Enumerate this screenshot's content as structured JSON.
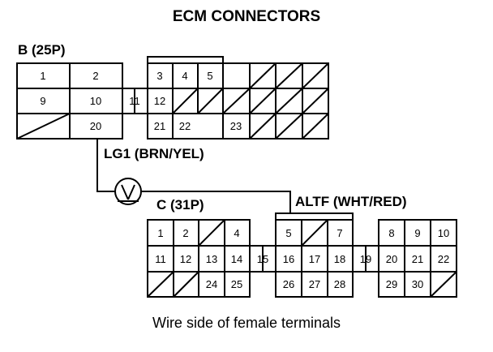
{
  "title": "ECM CONNECTORS",
  "caption": "Wire side of female terminals",
  "connector_b": {
    "label": "B (25P)",
    "pins": [
      "1",
      "2",
      "3",
      "4",
      "5",
      "9",
      "10",
      "11",
      "12",
      "20",
      "21",
      "22",
      "23"
    ]
  },
  "connector_c": {
    "label": "C (31P)",
    "pins": [
      "1",
      "2",
      "4",
      "5",
      "7",
      "8",
      "9",
      "10",
      "11",
      "12",
      "13",
      "14",
      "15",
      "16",
      "17",
      "18",
      "19",
      "20",
      "21",
      "22",
      "24",
      "25",
      "26",
      "27",
      "28",
      "29",
      "30"
    ]
  },
  "wires": {
    "lg1": "LG1 (BRN/YEL)",
    "altf": "ALTF (WHT/RED)"
  },
  "ground_symbol": "ground-icon"
}
